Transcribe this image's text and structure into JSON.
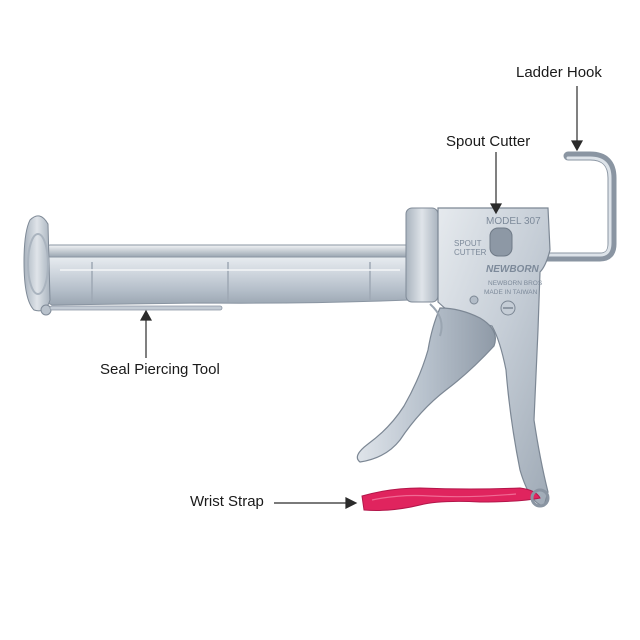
{
  "callouts": {
    "ladder_hook": "Ladder Hook",
    "spout_cutter": "Spout Cutter",
    "seal_piercing_tool": "Seal Piercing Tool",
    "wrist_strap": "Wrist Strap"
  },
  "engraving": {
    "model": "MODEL 307",
    "spout_line1": "SPOUT",
    "spout_line2": "CUTTER",
    "brand": "NEWBORN",
    "line1": "NEWBORN BROS",
    "line2": "MADE IN TAIWAN"
  },
  "colors": {
    "metal": "#c9d1da",
    "metal_dark": "#8e98a4",
    "strap": "#e0245e",
    "leader": "#2b2b2b"
  }
}
